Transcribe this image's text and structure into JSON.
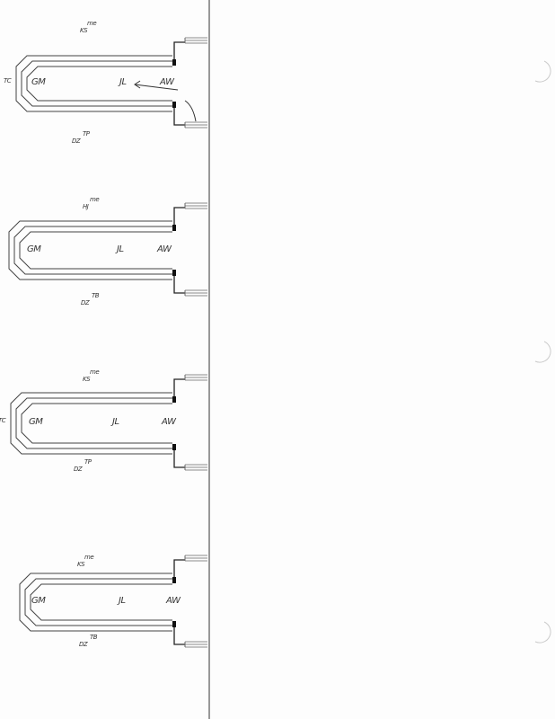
{
  "diagrams": [
    {
      "top_a": "me",
      "top_b": "KS",
      "left": "TC",
      "gm": "GM",
      "jl": "JL",
      "aw": "AW",
      "bot_a": "TP",
      "bot_b": "DZ"
    },
    {
      "top_a": "me",
      "top_b": "HJ",
      "left": "",
      "gm": "GM",
      "jl": "JL",
      "aw": "AW",
      "bot_a": "TB",
      "bot_b": "DZ"
    },
    {
      "top_a": "me",
      "top_b": "KS",
      "left": "TC",
      "gm": "GM",
      "jl": "JL",
      "aw": "AW",
      "bot_a": "TP",
      "bot_b": "DZ"
    },
    {
      "top_a": "me",
      "top_b": "KS",
      "left": "",
      "gm": "GM",
      "jl": "JL",
      "aw": "AW",
      "bot_a": "TB",
      "bot_b": "DZ"
    }
  ]
}
